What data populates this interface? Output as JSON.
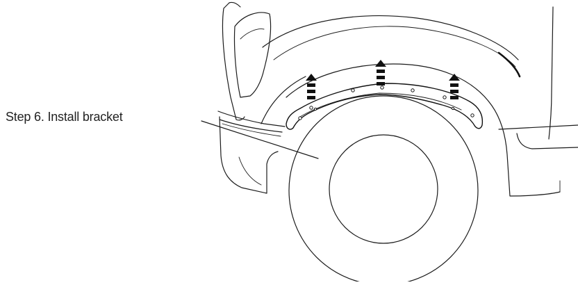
{
  "caption": {
    "text": "Step 6. Install bracket"
  },
  "illustration": {
    "subject": "fender-bracket-install",
    "arrows": {
      "count": 3,
      "direction": "up",
      "color": "#111111"
    },
    "line_color": "#1a1a1a",
    "background": "#ffffff"
  }
}
